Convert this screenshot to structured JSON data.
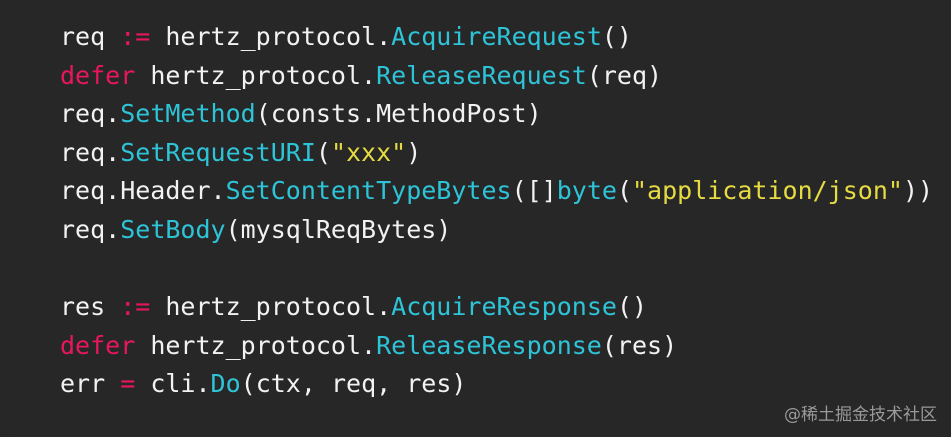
{
  "colors": {
    "background": "#272727",
    "plain": "#f2f2f2",
    "keyword": "#e8175d",
    "function": "#2ec4d8",
    "string": "#e6db42"
  },
  "code_lines": [
    {
      "tokens": [
        {
          "t": "req ",
          "k": "plain"
        },
        {
          "t": ":=",
          "k": "keyword"
        },
        {
          "t": " hertz_protocol.",
          "k": "plain"
        },
        {
          "t": "AcquireRequest",
          "k": "function"
        },
        {
          "t": "()",
          "k": "plain"
        }
      ]
    },
    {
      "tokens": [
        {
          "t": "defer",
          "k": "keyword"
        },
        {
          "t": " hertz_protocol.",
          "k": "plain"
        },
        {
          "t": "ReleaseRequest",
          "k": "function"
        },
        {
          "t": "(req)",
          "k": "plain"
        }
      ]
    },
    {
      "tokens": [
        {
          "t": "req.",
          "k": "plain"
        },
        {
          "t": "SetMethod",
          "k": "function"
        },
        {
          "t": "(consts.MethodPost)",
          "k": "plain"
        }
      ]
    },
    {
      "tokens": [
        {
          "t": "req.",
          "k": "plain"
        },
        {
          "t": "SetRequestURI",
          "k": "function"
        },
        {
          "t": "(",
          "k": "plain"
        },
        {
          "t": "\"xxx\"",
          "k": "string"
        },
        {
          "t": ")",
          "k": "plain"
        }
      ]
    },
    {
      "tokens": [
        {
          "t": "req.Header.",
          "k": "plain"
        },
        {
          "t": "SetContentTypeBytes",
          "k": "function"
        },
        {
          "t": "([]",
          "k": "plain"
        },
        {
          "t": "byte",
          "k": "function"
        },
        {
          "t": "(",
          "k": "plain"
        },
        {
          "t": "\"application/json\"",
          "k": "string"
        },
        {
          "t": "))",
          "k": "plain"
        }
      ]
    },
    {
      "tokens": [
        {
          "t": "req.",
          "k": "plain"
        },
        {
          "t": "SetBody",
          "k": "function"
        },
        {
          "t": "(mysqlReqBytes)",
          "k": "plain"
        }
      ]
    },
    {
      "tokens": []
    },
    {
      "tokens": [
        {
          "t": "res ",
          "k": "plain"
        },
        {
          "t": ":=",
          "k": "keyword"
        },
        {
          "t": " hertz_protocol.",
          "k": "plain"
        },
        {
          "t": "AcquireResponse",
          "k": "function"
        },
        {
          "t": "()",
          "k": "plain"
        }
      ]
    },
    {
      "tokens": [
        {
          "t": "defer",
          "k": "keyword"
        },
        {
          "t": " hertz_protocol.",
          "k": "plain"
        },
        {
          "t": "ReleaseResponse",
          "k": "function"
        },
        {
          "t": "(res)",
          "k": "plain"
        }
      ]
    },
    {
      "tokens": [
        {
          "t": "err ",
          "k": "plain"
        },
        {
          "t": "=",
          "k": "keyword"
        },
        {
          "t": " cli.",
          "k": "plain"
        },
        {
          "t": "Do",
          "k": "function"
        },
        {
          "t": "(ctx, req, res)",
          "k": "plain"
        }
      ]
    }
  ],
  "watermark": "@稀土掘金技术社区"
}
